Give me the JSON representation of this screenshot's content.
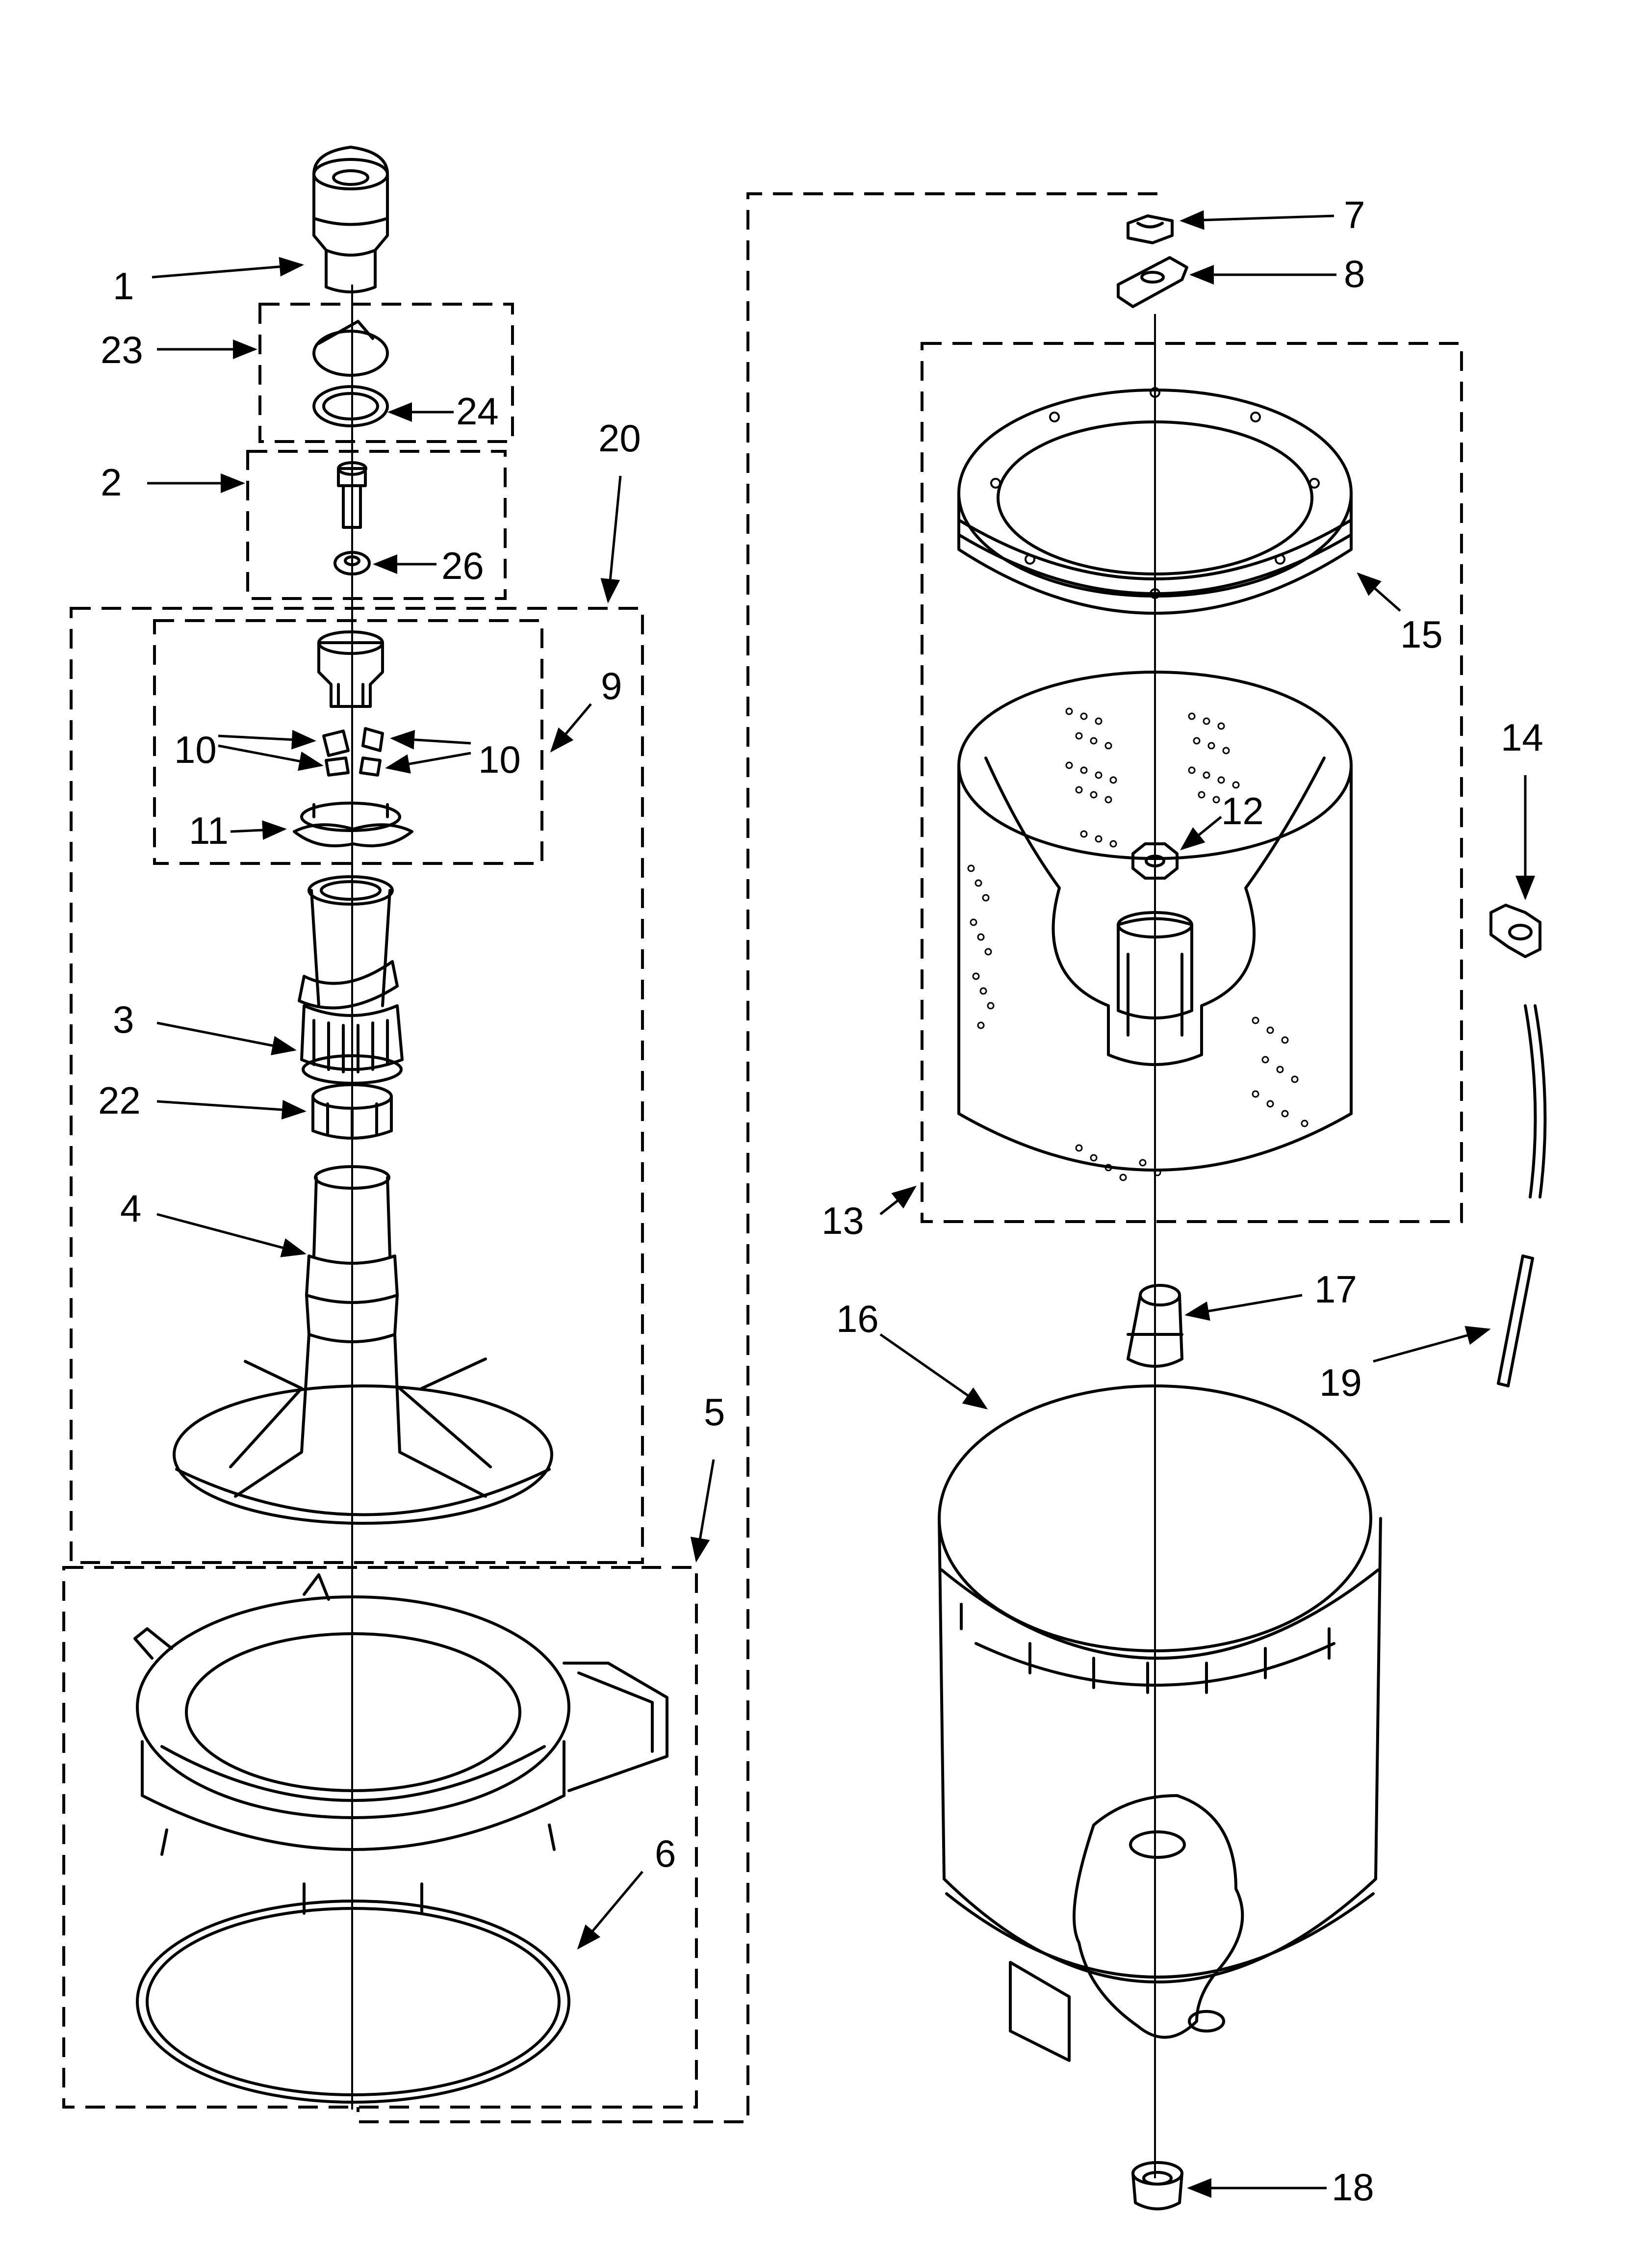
{
  "diagram": {
    "callouts": {
      "c1": "1",
      "c2": "2",
      "c3": "3",
      "c4": "4",
      "c5": "5",
      "c6": "6",
      "c7": "7",
      "c8": "8",
      "c9": "9",
      "c10a": "10",
      "c10b": "10",
      "c11": "11",
      "c12": "12",
      "c13": "13",
      "c14": "14",
      "c15": "15",
      "c16": "16",
      "c17": "17",
      "c18": "18",
      "c19": "19",
      "c20": "20",
      "c22": "22",
      "c23": "23",
      "c24": "24",
      "c26": "26"
    }
  }
}
